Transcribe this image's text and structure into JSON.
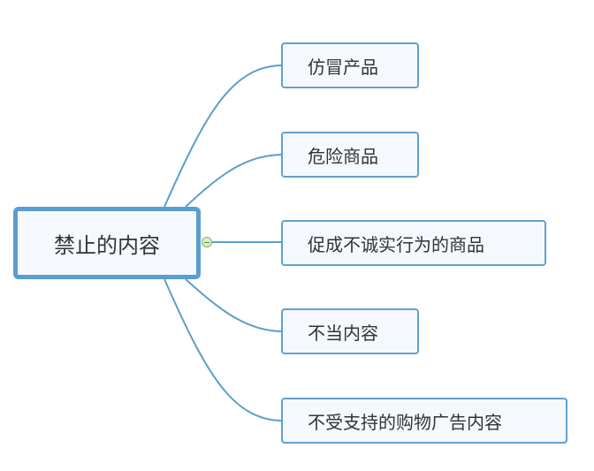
{
  "mindmap": {
    "root": {
      "label": "禁止的内容"
    },
    "children": [
      {
        "label": "仿冒产品"
      },
      {
        "label": "危险商品"
      },
      {
        "label": "促成不诚实行为的商品"
      },
      {
        "label": "不当内容"
      },
      {
        "label": "不受支持的购物广告内容"
      }
    ]
  },
  "colors": {
    "connector": "#5b9fcc",
    "node_border": "#62a1cf",
    "node_fill": "#f5f8fc",
    "root_border": "#5a9dd0"
  }
}
